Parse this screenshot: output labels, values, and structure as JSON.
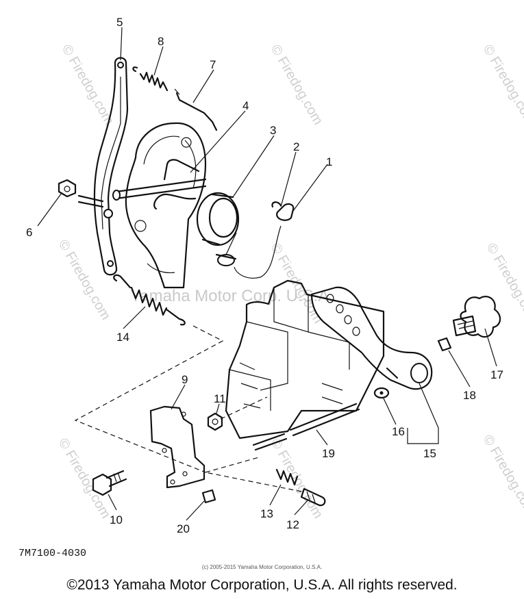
{
  "watermarks": {
    "site": "© Firedog.com",
    "overlay": "Yamaha Motor Corp. U.S.A."
  },
  "callouts": [
    "1",
    "2",
    "3",
    "4",
    "5",
    "6",
    "7",
    "8",
    "9",
    "10",
    "11",
    "12",
    "13",
    "14",
    "15",
    "16",
    "17",
    "18",
    "19",
    "20"
  ],
  "diagram_code": "7M7100-4030",
  "small_credit": "(c) 2005-2015 Yamaha Motor Corporation, U.S.A.",
  "copyright": "©2013 Yamaha Motor Corporation, U.S.A. All rights reserved."
}
